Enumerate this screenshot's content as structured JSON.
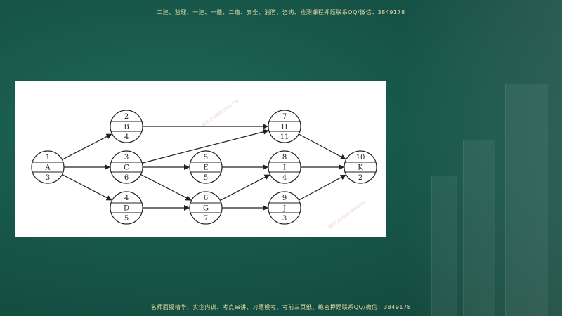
{
  "header": {
    "banner_text": "二建、监理、一建、一造、二造、安全、消防、咨询、检测课程押题联系QQ/微信：3849178"
  },
  "footer": {
    "banner_text": "名师面授精华、实企内训、考点串讲、习题模考、考前三页纸、绝密押题联系QQ/微信：3849178"
  },
  "diagram": {
    "nodes": [
      {
        "id": "1",
        "name": "A",
        "duration": "3"
      },
      {
        "id": "2",
        "name": "B",
        "duration": "4"
      },
      {
        "id": "3",
        "name": "C",
        "duration": "6"
      },
      {
        "id": "4",
        "name": "D",
        "duration": "5"
      },
      {
        "id": "5",
        "name": "E",
        "duration": "5"
      },
      {
        "id": "6",
        "name": "G",
        "duration": "7"
      },
      {
        "id": "7",
        "name": "H",
        "duration": "11"
      },
      {
        "id": "8",
        "name": "I",
        "duration": "4"
      },
      {
        "id": "9",
        "name": "J",
        "duration": "3"
      },
      {
        "id": "10",
        "name": "K",
        "duration": "2"
      }
    ],
    "edges": [
      [
        "1",
        "2"
      ],
      [
        "1",
        "3"
      ],
      [
        "1",
        "4"
      ],
      [
        "2",
        "7"
      ],
      [
        "3",
        "7"
      ],
      [
        "3",
        "5"
      ],
      [
        "3",
        "6"
      ],
      [
        "4",
        "6"
      ],
      [
        "5",
        "8"
      ],
      [
        "6",
        "8"
      ],
      [
        "6",
        "9"
      ],
      [
        "7",
        "10"
      ],
      [
        "8",
        "10"
      ],
      [
        "9",
        "10"
      ]
    ]
  },
  "watermarks": [
    "联系QQ/微信3849178",
    "联系QQ/微信3849178"
  ],
  "colors": {
    "background": "#17574a",
    "banner_text": "#e8d9a8",
    "panel": "#ffffff",
    "stroke": "#222222"
  }
}
